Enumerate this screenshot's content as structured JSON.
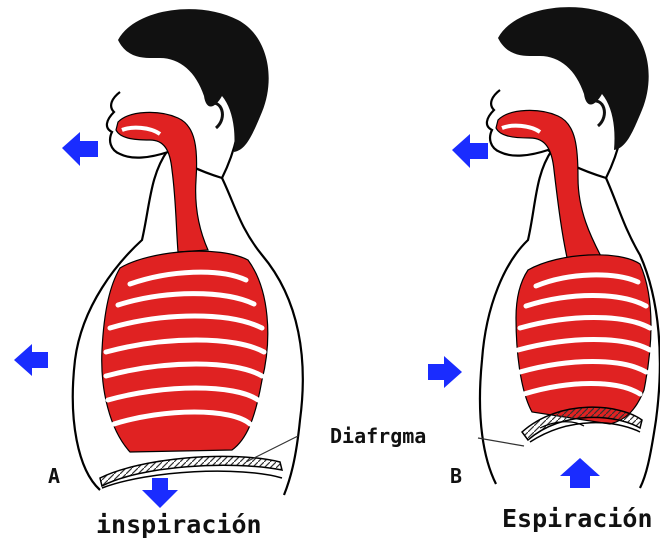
{
  "labels": {
    "panel_a": "A",
    "panel_b": "B",
    "diaphragm": "Diafrgma",
    "inspiration": "inspiración",
    "expiration": "Espiración"
  },
  "colors": {
    "airway_red": "#e02222",
    "arrow_blue": "#1a2cff",
    "hair": "#111111",
    "outline": "#000000",
    "background": "#ffffff"
  },
  "icons": {
    "flow_arrow": "blue-arrow-icon"
  }
}
